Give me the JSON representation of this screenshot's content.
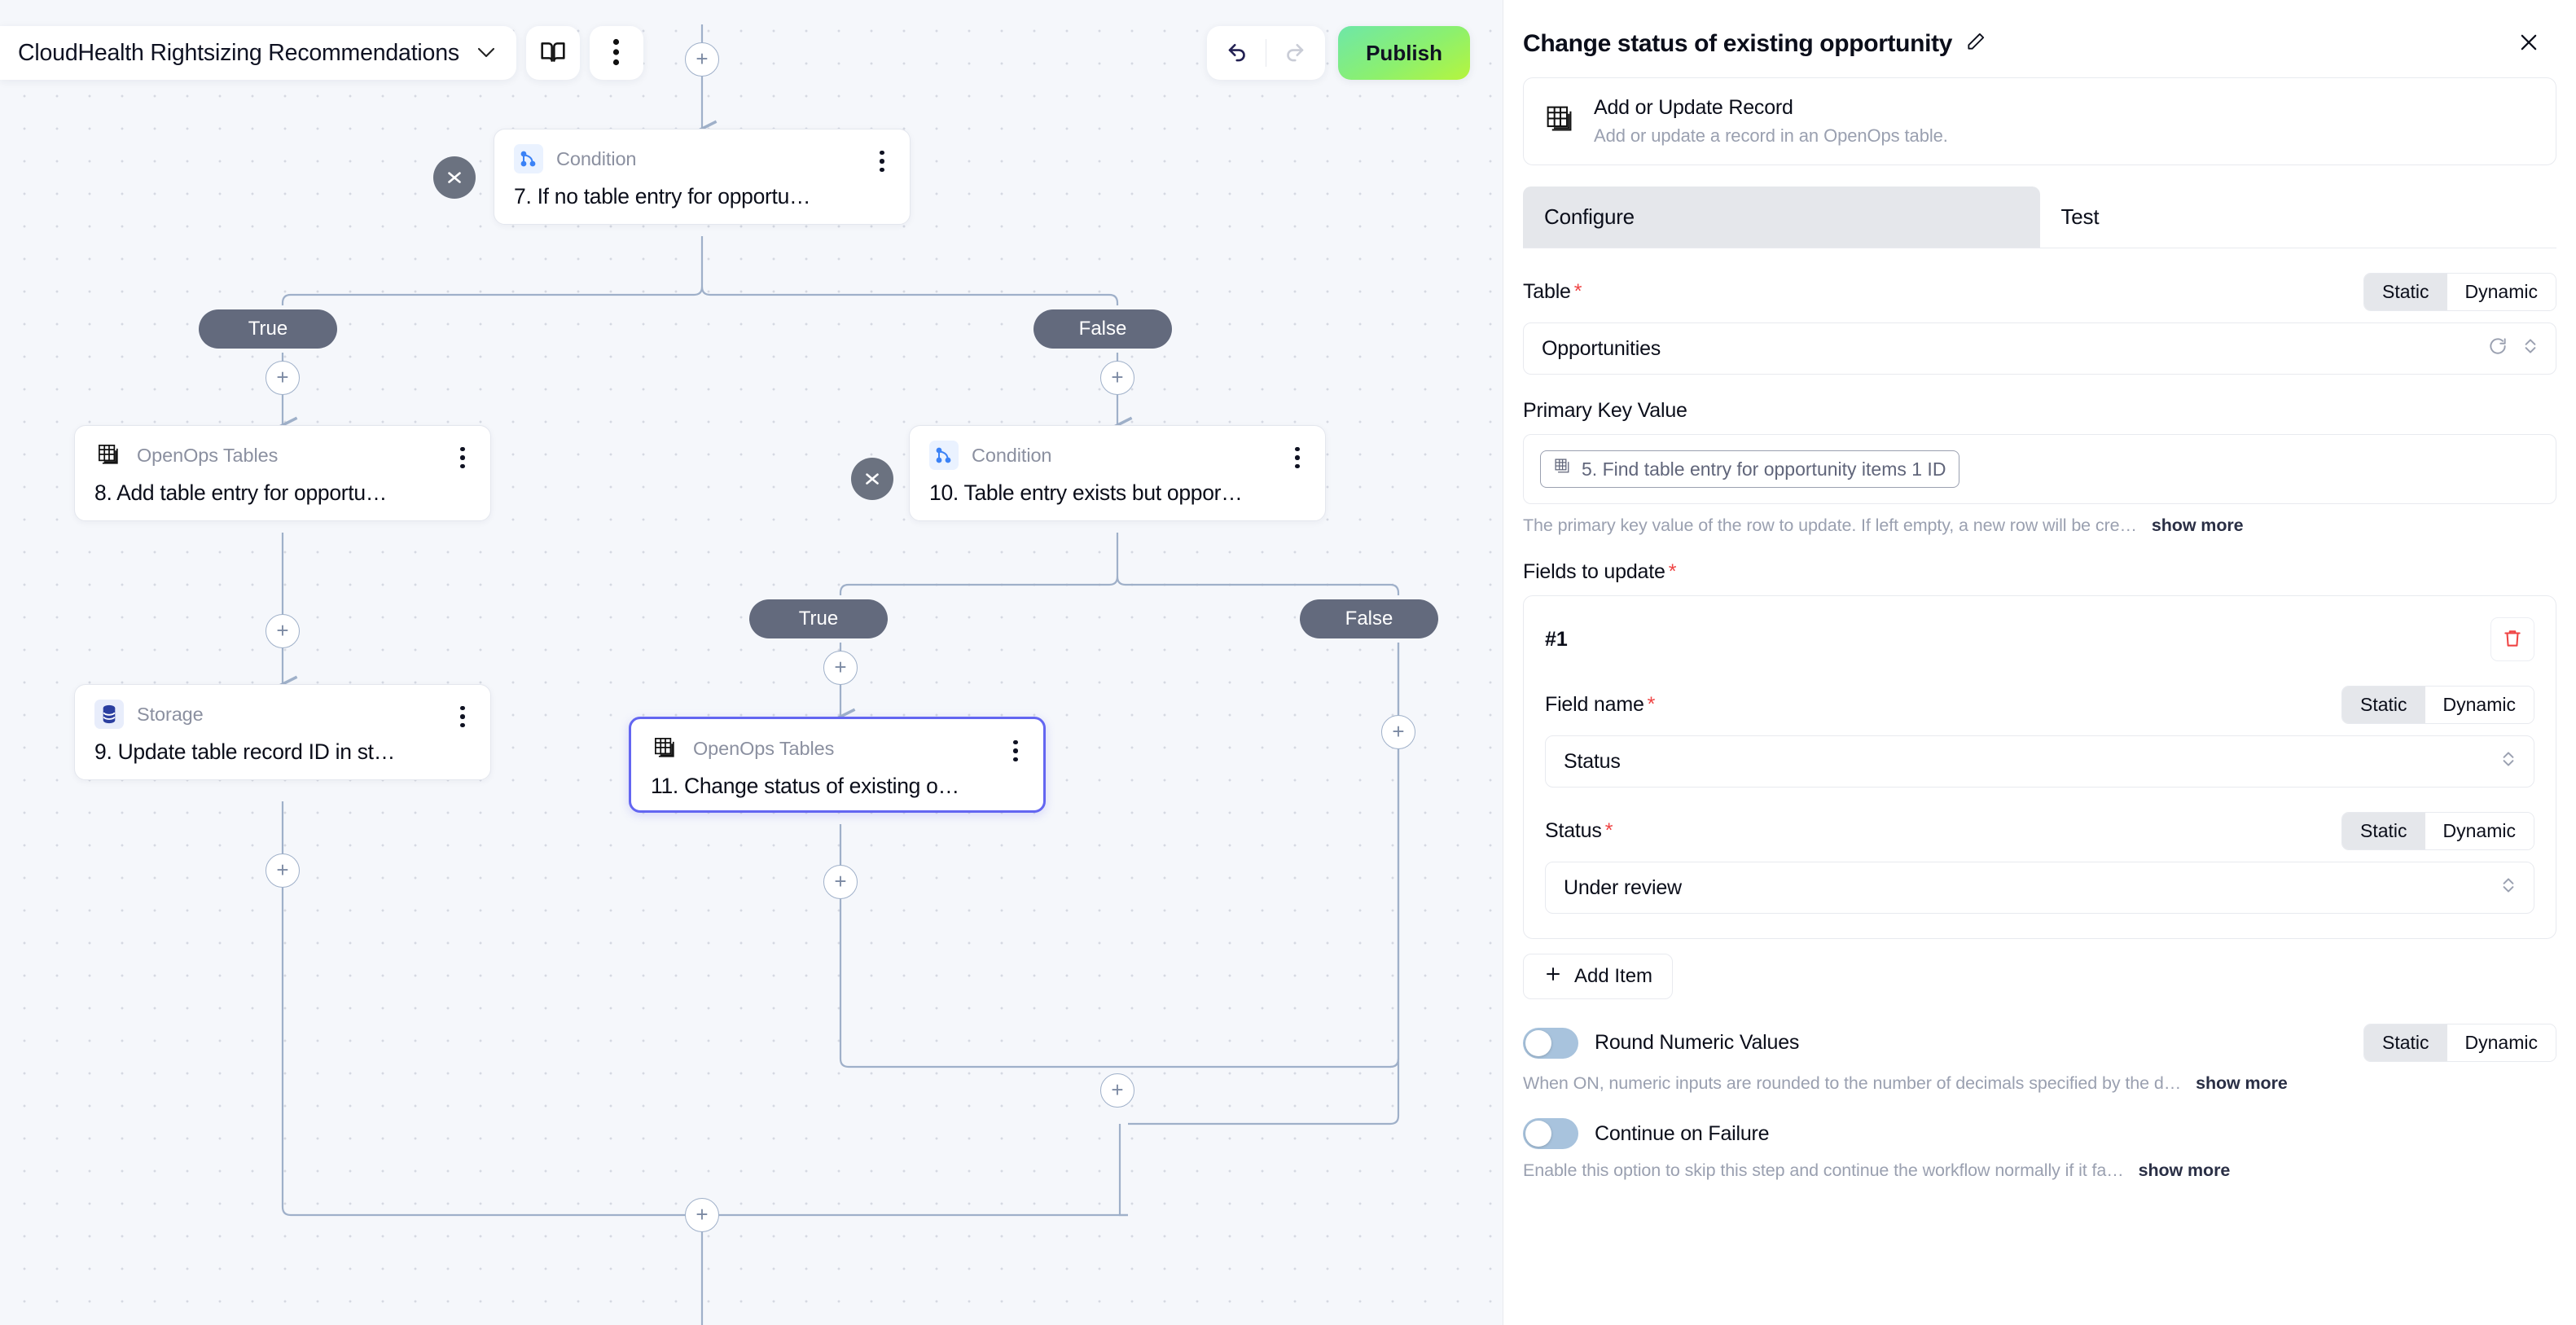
{
  "toolbar": {
    "workflow_name": "CloudHealth Rightsizing Recommendations",
    "chevron_icon": "chevron-down-icon",
    "docs_icon": "book-icon",
    "more_icon": "kebab-menu-icon",
    "undo_icon": "undo-arrow-icon",
    "redo_icon": "redo-arrow-icon",
    "publish_label": "Publish"
  },
  "canvas": {
    "nodes": [
      {
        "id": "n7",
        "type": "Condition",
        "title": "7. If no table entry for opportu…",
        "icon": "condition-branch-icon",
        "selected": false,
        "collapsible": true
      },
      {
        "id": "n8",
        "type": "OpenOps Tables",
        "title": "8. Add table entry for opportu…",
        "icon": "tables-icon",
        "selected": false,
        "collapsible": false
      },
      {
        "id": "n9",
        "type": "Storage",
        "title": "9. Update table record ID in st…",
        "icon": "database-icon",
        "selected": false,
        "collapsible": false
      },
      {
        "id": "n10",
        "type": "Condition",
        "title": "10. Table entry exists but oppor…",
        "icon": "condition-branch-icon",
        "selected": false,
        "collapsible": true
      },
      {
        "id": "n11",
        "type": "OpenOps Tables",
        "title": "11. Change status of existing o…",
        "icon": "tables-icon",
        "selected": true,
        "collapsible": false
      }
    ],
    "branch_labels": {
      "true": "True",
      "false": "False"
    },
    "add_step_icon": "plus-icon",
    "collapse_icon": "collapse-chevrons-icon",
    "edge_color": "#9fb0c9"
  },
  "panel": {
    "title": "Change status of existing opportunity",
    "edit_icon": "pencil-icon",
    "close_icon": "close-x-icon",
    "piece": {
      "icon": "tables-icon",
      "name": "Add or Update Record",
      "description": "Add or update a record in an OpenOps table."
    },
    "tabs": [
      {
        "label": "Configure",
        "active": true
      },
      {
        "label": "Test",
        "active": false
      }
    ],
    "mode_options": {
      "static": "Static",
      "dynamic": "Dynamic"
    },
    "fields": {
      "table": {
        "label": "Table",
        "required": true,
        "mode": "Static",
        "value": "Opportunities",
        "refresh_icon": "refresh-icon",
        "chevron_icon": "chevron-updown-icon"
      },
      "primary_key": {
        "label": "Primary Key Value",
        "required": false,
        "chip_icon": "tables-icon",
        "chip_text": "5. Find table entry for opportunity items 1 ID",
        "hint": "The primary key value of the row to update. If left empty, a new row will be cre…",
        "show_more": "show more"
      },
      "fields_to_update": {
        "label": "Fields to update",
        "required": true,
        "items": [
          {
            "index_label": "#1",
            "delete_icon": "trash-icon",
            "field_name": {
              "label": "Field name",
              "required": true,
              "mode": "Static",
              "value": "Status",
              "chevron_icon": "chevron-updown-icon"
            },
            "status": {
              "label": "Status",
              "required": true,
              "mode": "Static",
              "value": "Under review",
              "chevron_icon": "chevron-updown-icon"
            }
          }
        ],
        "add_item_label": "Add Item",
        "add_item_icon": "plus-icon"
      },
      "round_numeric": {
        "label": "Round Numeric Values",
        "enabled": false,
        "mode": "Static",
        "hint": "When ON, numeric inputs are rounded to the number of decimals specified by the d…",
        "show_more": "show more"
      },
      "continue_on_failure": {
        "label": "Continue on Failure",
        "enabled": false,
        "hint": "Enable this option to skip this step and continue the workflow normally if it fa…",
        "show_more": "show more"
      }
    }
  },
  "colors": {
    "accent_selected": "#6366f1",
    "publish_gradient_start": "#6ee7a8",
    "publish_gradient_end": "#b6f53d",
    "pill_bg": "#636a7d",
    "required_star": "#ef4444",
    "canvas_bg": "#f5f7fb"
  }
}
